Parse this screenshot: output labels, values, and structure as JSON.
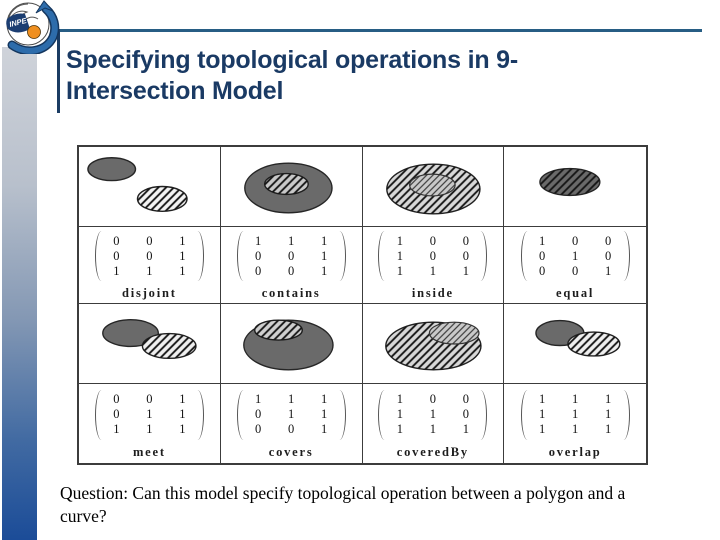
{
  "slide": {
    "logo": {
      "text": "INPE"
    },
    "title": {
      "line1": "Specifying topological operations in 9-",
      "line2": "Intersection Model"
    },
    "question": "Question: Can this model specify topological operation between a polygon and a curve?"
  },
  "figure": {
    "relations": [
      {
        "name": "disjoint",
        "matrix": [
          [
            0,
            0,
            1
          ],
          [
            0,
            0,
            1
          ],
          [
            1,
            1,
            1
          ]
        ]
      },
      {
        "name": "contains",
        "matrix": [
          [
            1,
            1,
            1
          ],
          [
            0,
            0,
            1
          ],
          [
            0,
            0,
            1
          ]
        ]
      },
      {
        "name": "inside",
        "matrix": [
          [
            1,
            0,
            0
          ],
          [
            1,
            0,
            0
          ],
          [
            1,
            1,
            1
          ]
        ]
      },
      {
        "name": "equal",
        "matrix": [
          [
            1,
            0,
            0
          ],
          [
            0,
            1,
            0
          ],
          [
            0,
            0,
            1
          ]
        ]
      },
      {
        "name": "meet",
        "matrix": [
          [
            0,
            0,
            1
          ],
          [
            0,
            1,
            1
          ],
          [
            1,
            1,
            1
          ]
        ]
      },
      {
        "name": "covers",
        "matrix": [
          [
            1,
            1,
            1
          ],
          [
            0,
            1,
            1
          ],
          [
            0,
            0,
            1
          ]
        ]
      },
      {
        "name": "coveredBy",
        "matrix": [
          [
            1,
            0,
            0
          ],
          [
            1,
            1,
            0
          ],
          [
            1,
            1,
            1
          ]
        ]
      },
      {
        "name": "overlap",
        "matrix": [
          [
            1,
            1,
            1
          ],
          [
            1,
            1,
            1
          ],
          [
            1,
            1,
            1
          ]
        ]
      }
    ]
  },
  "colors": {
    "title_navy": "#1a3a64",
    "top_rule_blue": "#275d84",
    "sidebar_blue": "#1b4c98",
    "ellipse_gray": "#6a6a6a",
    "logo_navy": "#1c3e72",
    "logo_orange": "#ef8f1f"
  }
}
